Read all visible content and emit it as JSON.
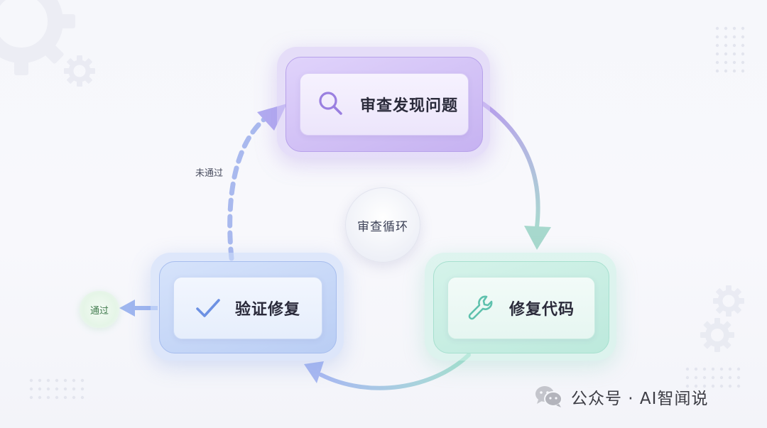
{
  "diagram": {
    "center_label": "审查循环",
    "nodes": {
      "review": "审查发现问题",
      "fix": "修复代码",
      "verify": "验证修复"
    },
    "edges": {
      "fail_label": "未通过",
      "pass_label": "通过"
    }
  },
  "watermark": {
    "text": "公众号 · AI智闻说",
    "icon": "wechat-icon"
  },
  "icons": {
    "review": "magnifier-icon",
    "fix": "wrench-icon",
    "verify": "checkmark-icon",
    "decor": "gear-icon"
  },
  "colors": {
    "review": "#c6b2f1",
    "fix": "#bce9dc",
    "verify": "#b9cdf4",
    "pass": "#3f7a4c"
  }
}
